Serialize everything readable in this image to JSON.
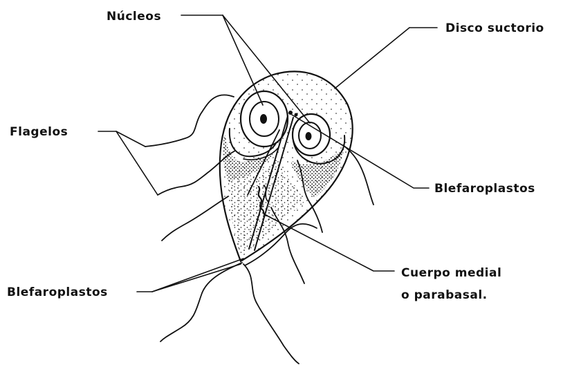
{
  "labels": {
    "nucleos": "Núcleos",
    "disco_suctorio": "Disco suctorio",
    "flagelos": "Flagelos",
    "blefaroplastos_right": "Blefaroplastos",
    "blefaroplastos_left": "Blefaroplastos",
    "cuerpo_medial_line1": "Cuerpo medial",
    "cuerpo_medial_line2": "o parabasal."
  },
  "colors": {
    "ink": "#111111",
    "background": "#ffffff"
  }
}
